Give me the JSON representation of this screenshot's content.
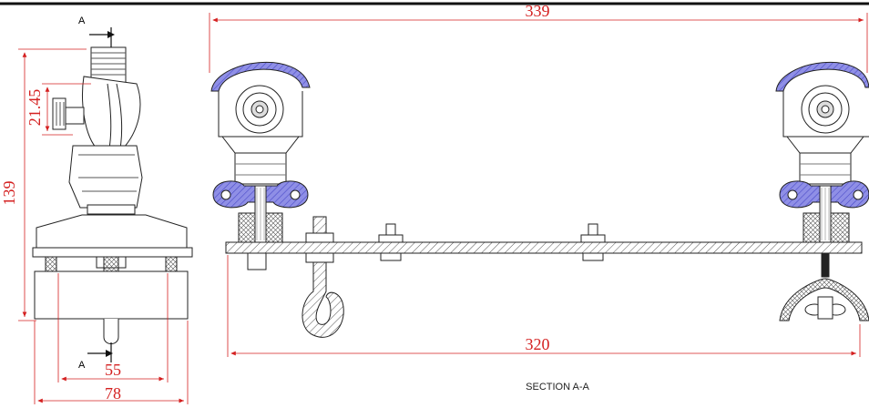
{
  "dimensions": {
    "overall_width": "339",
    "rail_length": "320",
    "side_height": "139",
    "side_offset": "21.45",
    "base_inner": "55",
    "base_outer": "78"
  },
  "labels": {
    "section_mark_top": "A",
    "section_mark_bottom": "A",
    "section_title": "SECTION A-A"
  },
  "colors": {
    "dimension": "#d42020",
    "outline": "#222222",
    "section_fill": "#6b6bd8",
    "hatch": "#666666"
  }
}
